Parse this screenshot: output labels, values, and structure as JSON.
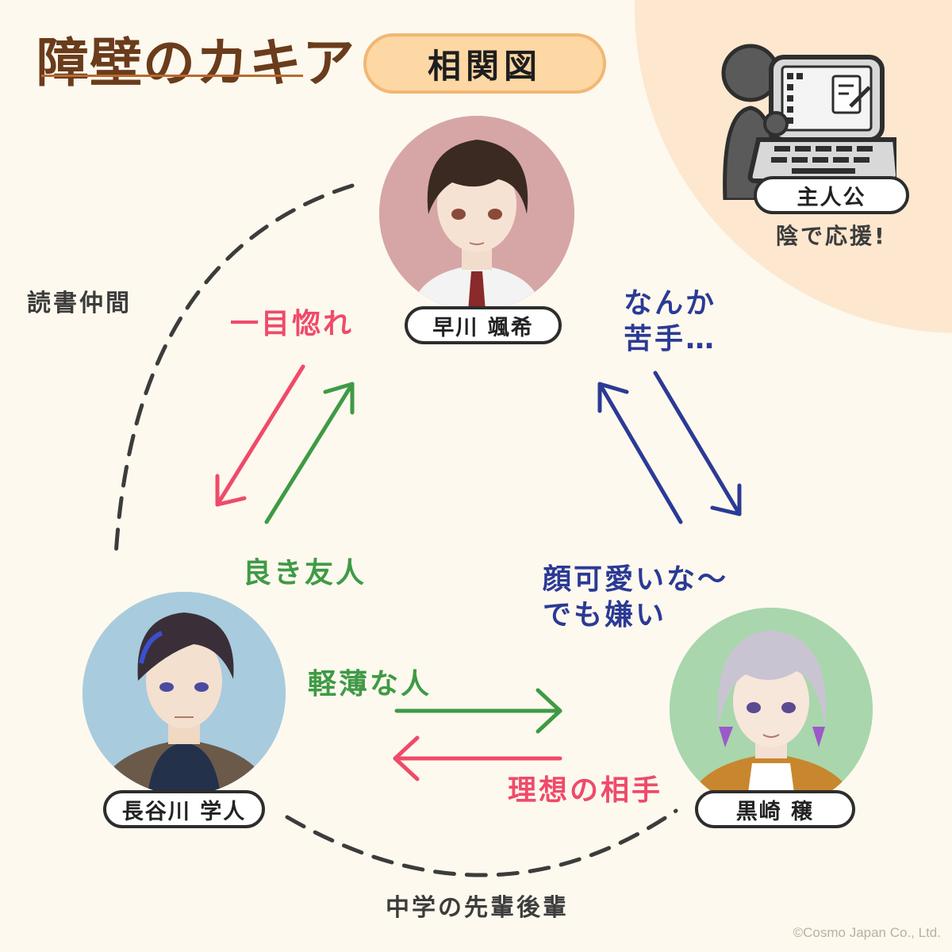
{
  "logo_title": "障壁のカキア",
  "header": "相関図",
  "protagonist": {
    "label": "主人公",
    "note": "陰で応援!"
  },
  "characters": {
    "hayakawa": {
      "name": "早川 颯希",
      "color": "#d6a6a6"
    },
    "hasegawa": {
      "name": "長谷川 学人",
      "color": "#a9cbde"
    },
    "kurosaki": {
      "name": "黒崎 穣",
      "color": "#a9d6ac"
    }
  },
  "relations": {
    "reading_friends": "読書仲間",
    "love_at_first_sight": "一目惚れ",
    "good_friend": "良き友人",
    "somewhat_weak": [
      "なんか",
      "苦手…"
    ],
    "cute_face": [
      "顔可愛いな～",
      "でも嫌い"
    ],
    "frivolous": "軽薄な人",
    "ideal_partner": "理想の相手",
    "middle_school": "中学の先輩後輩"
  },
  "colors": {
    "red": "#ef4a6a",
    "green": "#3f9a45",
    "blue": "#2b3a96",
    "dashed": "#3c3c3c",
    "background": "#fdf9ee"
  },
  "copyright": "©Cosmo Japan Co., Ltd."
}
